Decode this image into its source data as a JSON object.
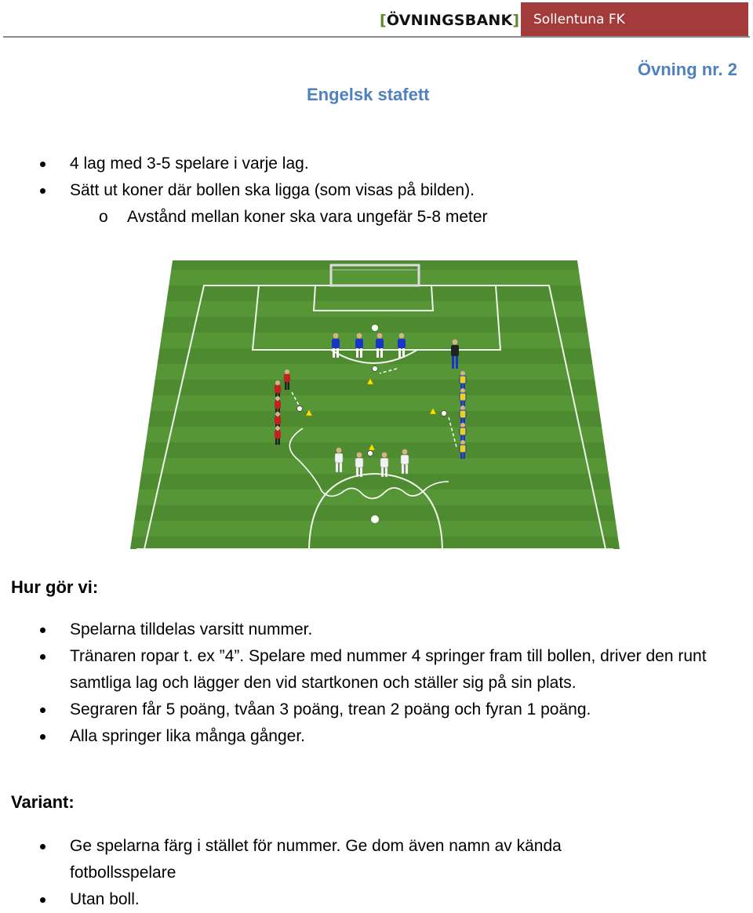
{
  "header": {
    "brand_open": "[",
    "brand_name": "ÖVNINGSBANK",
    "brand_close": "]",
    "club_name": "Sollentuna FK"
  },
  "exercise": {
    "number_label": "Övning nr. 2",
    "title": "Engelsk stafett"
  },
  "setup": [
    {
      "text": "4 lag med 3-5 spelare i varje lag.",
      "marker": "•"
    },
    {
      "text": "Sätt ut koner där bollen ska ligga (som visas på bilden).",
      "marker": "•"
    },
    {
      "text": "Avstånd mellan koner ska vara ungefär 5-8 meter",
      "marker": "o"
    }
  ],
  "how": {
    "heading": "Hur gör vi:",
    "items": [
      "Spelarna tilldelas varsitt nummer.",
      "Tränaren ropar t. ex ”4”. Spelare med nummer 4 springer fram till bollen, driver den runt samtliga lag och lägger den vid startkonen och ställer sig på sin plats.",
      "Segraren får 5 poäng, tvåan 3 poäng, trean 2 poäng och fyran 1 poäng.",
      "Alla springer lika många gånger."
    ]
  },
  "variant": {
    "heading": "Variant:",
    "items": [
      "Ge spelarna färg i stället för nummer. Ge dom även namn av kända fotbollsspelare",
      "Utan boll."
    ]
  },
  "colors": {
    "accent": "#4f81bd",
    "club_bg": "#a23b39",
    "brand_bracket": "#5d8b2c",
    "pitch_green": "#4f8a32",
    "team_blue": "#1a33c8",
    "team_red": "#c42020",
    "team_yellow": "#e8d21a",
    "team_white": "#f2f2f2",
    "cone": "#f5e000"
  }
}
